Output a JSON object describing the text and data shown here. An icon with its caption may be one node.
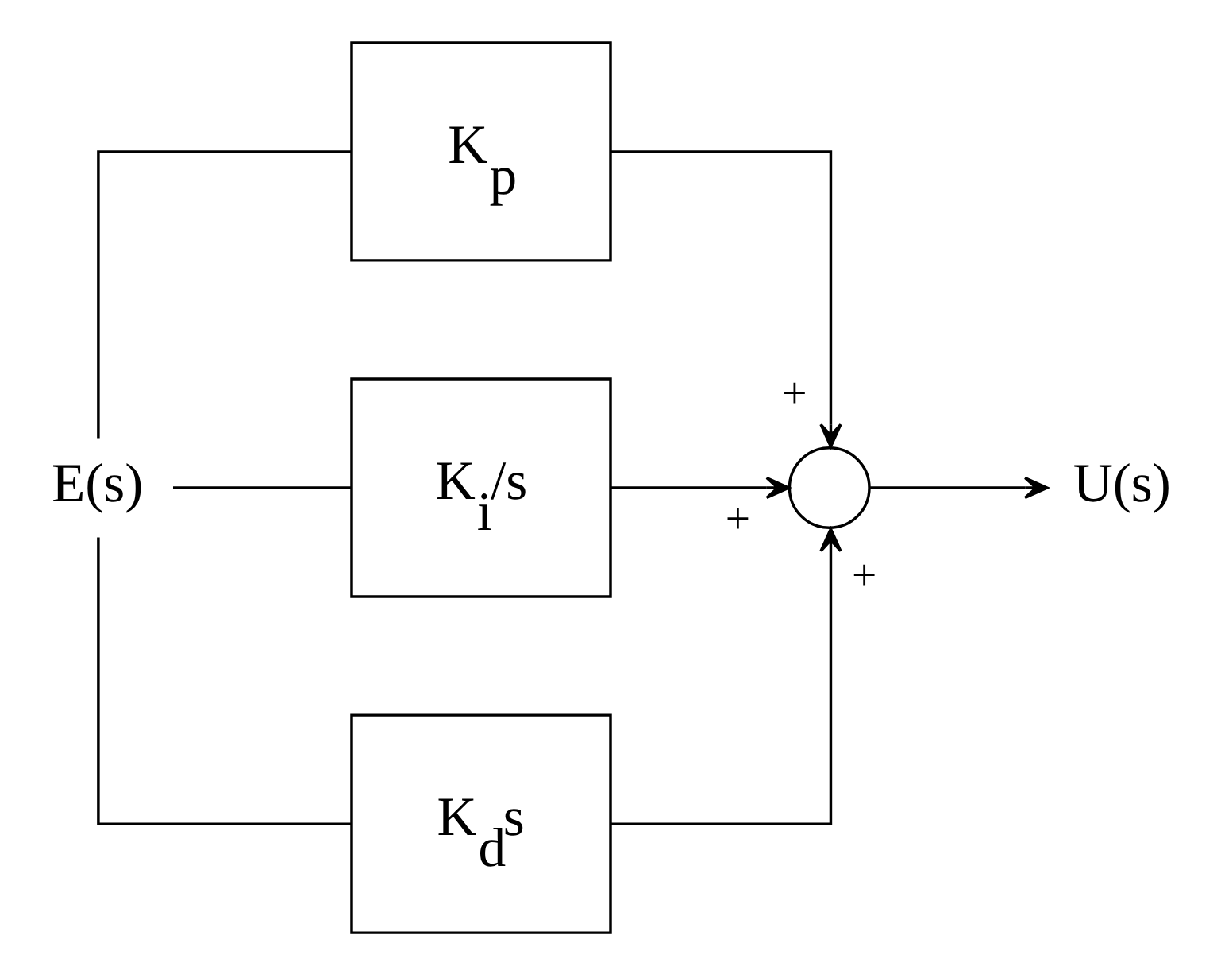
{
  "diagram": {
    "nodes": [
      {
        "text": [
          "E(s)"
        ]
      },
      {
        "text": [
          "K$_{p}$"
        ]
      },
      {
        "text": [
          "K$_{i}$/s"
        ]
      },
      {
        "text": [
          "K$_{d}$s"
        ]
      },
      {
        "text": [],
        "shape": "circle"
      },
      {
        "text": [
          "U(s)"
        ]
      }
    ],
    "edges": [
      {
        "from": 0,
        "to": 1,
        "arrow": "none"
      },
      {
        "from": 0,
        "to": 2,
        "arrow": "none"
      },
      {
        "from": 0,
        "to": 3,
        "arrow": "none"
      },
      {
        "from": 1,
        "to": 4,
        "arrow": "to",
        "label": "+"
      },
      {
        "from": 2,
        "to": 4,
        "arrow": "to",
        "label": "+"
      },
      {
        "from": 3,
        "to": 4,
        "arrow": "to",
        "label": "+"
      },
      {
        "from": 4,
        "to": 5,
        "arrow": "to"
      }
    ]
  }
}
